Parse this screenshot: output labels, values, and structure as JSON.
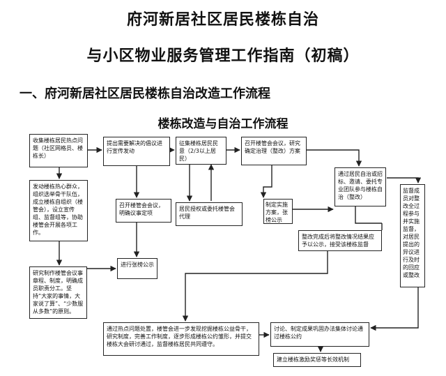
{
  "document": {
    "title_line1": "府河新居社区居民楼栋自治",
    "title_line2": "与小区物业服务管理工作指南（初稿）",
    "section_heading": "一、府河新居社区居民楼栋自治改造工作流程",
    "flowchart_title": "楼栋改造与自治工作流程"
  },
  "flowchart": {
    "boxes": {
      "collect": "收集楼栋居民热点问题（社区网格员、楼栋长）",
      "mobilize": "发动楼栋热心群众，组织选举骨干队伍，成立楼栋自组织（楼管会），设立宣传组、监督组等，协助楼管会开展各项工作。",
      "draft": "研究制作楼管会议事章程、制度，明确成员职责分工。坚持“大家的事情，大家说了算”、“少数服从多数”的原则。",
      "propose": "提出需要解决的倡议进行宣传发动",
      "meeting_items": "召开楼管会会议，明确议事定项",
      "publicize": "进行张榜公示",
      "consult": "征集楼栋居民民意（2/3以上居民）",
      "authorize": "居民授权或委托楼管会代理",
      "decide": "召开楼管会会议，研究确定治理（整改）方案",
      "plan": "制定实施方案，张榜公示",
      "tender": "通过居民自治或招标、邀请、委托专业团队参与楼栋自治（整改）",
      "supervise": "监督成员对整改全过程参与并实施监督，对居民提出的异议进行及时的回应或整改",
      "result": "整改完成后将整改情况结果应予以公示，接受该楼栋监督",
      "summary": "通过热点问题处置，楼管会进一步发现挖掘楼栋公益骨干，研究制度，完善工作制度，逐步形成楼栋公约雏形，并提交楼栋大会研讨通过，监督楼栋居民共同遵守。",
      "discuss": "讨论、制定成果巩固办法集体讨论通过楼栋公约",
      "incentive": "建立楼栋激励奖惩等长效机制"
    }
  }
}
